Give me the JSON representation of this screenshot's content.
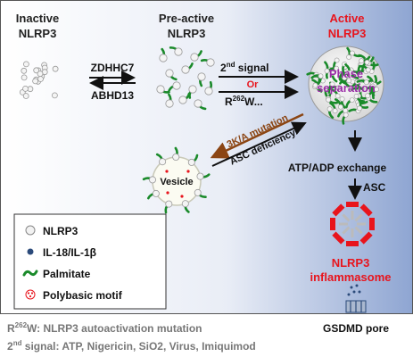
{
  "stages": {
    "inactive": {
      "line1": "Inactive",
      "line2": "NLRP3"
    },
    "preactive": {
      "line1": "Pre-active",
      "line2": "NLRP3"
    },
    "active": {
      "line1": "Active",
      "line2": "NLRP3"
    }
  },
  "enzymes": {
    "forward": "ZDHHC7",
    "reverse": "ABHD13"
  },
  "activation": {
    "signal_prefix": "2",
    "signal_sup": "nd",
    "signal_suffix": " signal",
    "or": "Or",
    "mut_prefix": "R",
    "mut_sup": "262",
    "mut_suffix": "W..."
  },
  "phase": {
    "line1": "Phase",
    "line2": "separation"
  },
  "return_path": {
    "mutation": "3K/A mutation",
    "deficiency": "ASC deficiency"
  },
  "vesicle": "Vesicle",
  "downstream": {
    "exchange": "ATP/ADP exchange",
    "asc": "ASC"
  },
  "inflammasome": {
    "line1": "NLRP3",
    "line2": "inflammasome"
  },
  "pore": "GSDMD pore",
  "legend": [
    {
      "icon": "nlrp3-icon",
      "label": "NLRP3"
    },
    {
      "icon": "il18-il1b-icon",
      "label": "IL-18/IL-1β"
    },
    {
      "icon": "palmitate-icon",
      "label": "Palmitate"
    },
    {
      "icon": "polybasic-motif-icon",
      "label": "Polybasic motif"
    }
  ],
  "footnotes": {
    "note1_prefix": "R",
    "note1_sup": "262",
    "note1_text": "W: NLRP3 autoactivation mutation",
    "note2_prefix": "2",
    "note2_sup": "nd",
    "note2_text": " signal: ATP, Nigericin, SiO2, Virus, Imiquimod"
  },
  "colors": {
    "red": "#e8141c",
    "purple": "#9b2fa7",
    "brown": "#8b4513",
    "green": "#1a8a2a",
    "navy": "#2b4a7a"
  }
}
